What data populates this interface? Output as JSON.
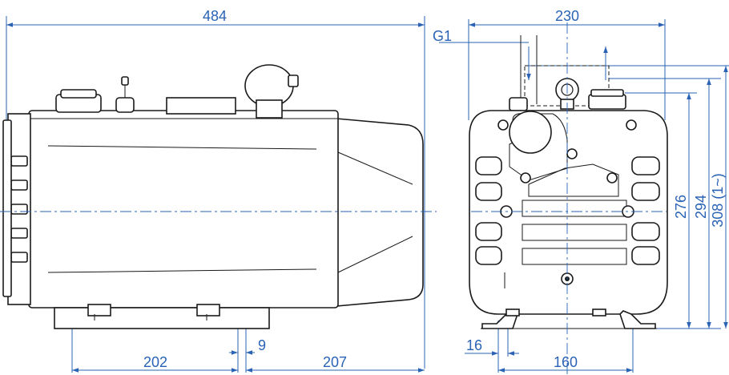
{
  "dimensions": {
    "overall_length": "484",
    "overall_width": "230",
    "port_label": "G1",
    "height_276": "276",
    "height_294": "294",
    "height_308": "308 (1~)",
    "base_202": "202",
    "base_9": "9",
    "base_207": "207",
    "foot_16": "16",
    "foot_160": "160"
  },
  "colors": {
    "dimension_line": "#2a63b6",
    "outline": "#1a1a1a"
  }
}
